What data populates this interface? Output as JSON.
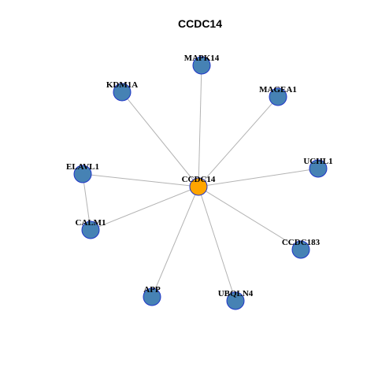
{
  "title": "CCDC14",
  "colors": {
    "hub_fill": "#FFA500",
    "node_fill": "#4682B4",
    "node_border": "#1F35C8",
    "edge": "#B3B3B3"
  },
  "network": {
    "nodes": [
      {
        "id": "CCDC14",
        "label": "CCDC14",
        "role": "hub"
      },
      {
        "id": "MAPK14",
        "label": "MAPK14",
        "role": "neighbor"
      },
      {
        "id": "KDM1A",
        "label": "KDM1A",
        "role": "neighbor"
      },
      {
        "id": "MAGEA1",
        "label": "MAGEA1",
        "role": "neighbor"
      },
      {
        "id": "ELAVL1",
        "label": "ELAVL1",
        "role": "neighbor"
      },
      {
        "id": "UCHL1",
        "label": "UCHL1",
        "role": "neighbor"
      },
      {
        "id": "CALM1",
        "label": "CALM1",
        "role": "neighbor"
      },
      {
        "id": "CCDC183",
        "label": "CCDC183",
        "role": "neighbor"
      },
      {
        "id": "APP",
        "label": "APP",
        "role": "neighbor"
      },
      {
        "id": "UBQLN4",
        "label": "UBQLN4",
        "role": "neighbor"
      }
    ],
    "edges": [
      {
        "source": "CCDC14",
        "target": "MAPK14"
      },
      {
        "source": "CCDC14",
        "target": "KDM1A"
      },
      {
        "source": "CCDC14",
        "target": "MAGEA1"
      },
      {
        "source": "CCDC14",
        "target": "ELAVL1"
      },
      {
        "source": "CCDC14",
        "target": "UCHL1"
      },
      {
        "source": "CCDC14",
        "target": "CALM1"
      },
      {
        "source": "CCDC14",
        "target": "CCDC183"
      },
      {
        "source": "CCDC14",
        "target": "APP"
      },
      {
        "source": "CCDC14",
        "target": "UBQLN4"
      },
      {
        "source": "ELAVL1",
        "target": "CALM1"
      }
    ]
  }
}
